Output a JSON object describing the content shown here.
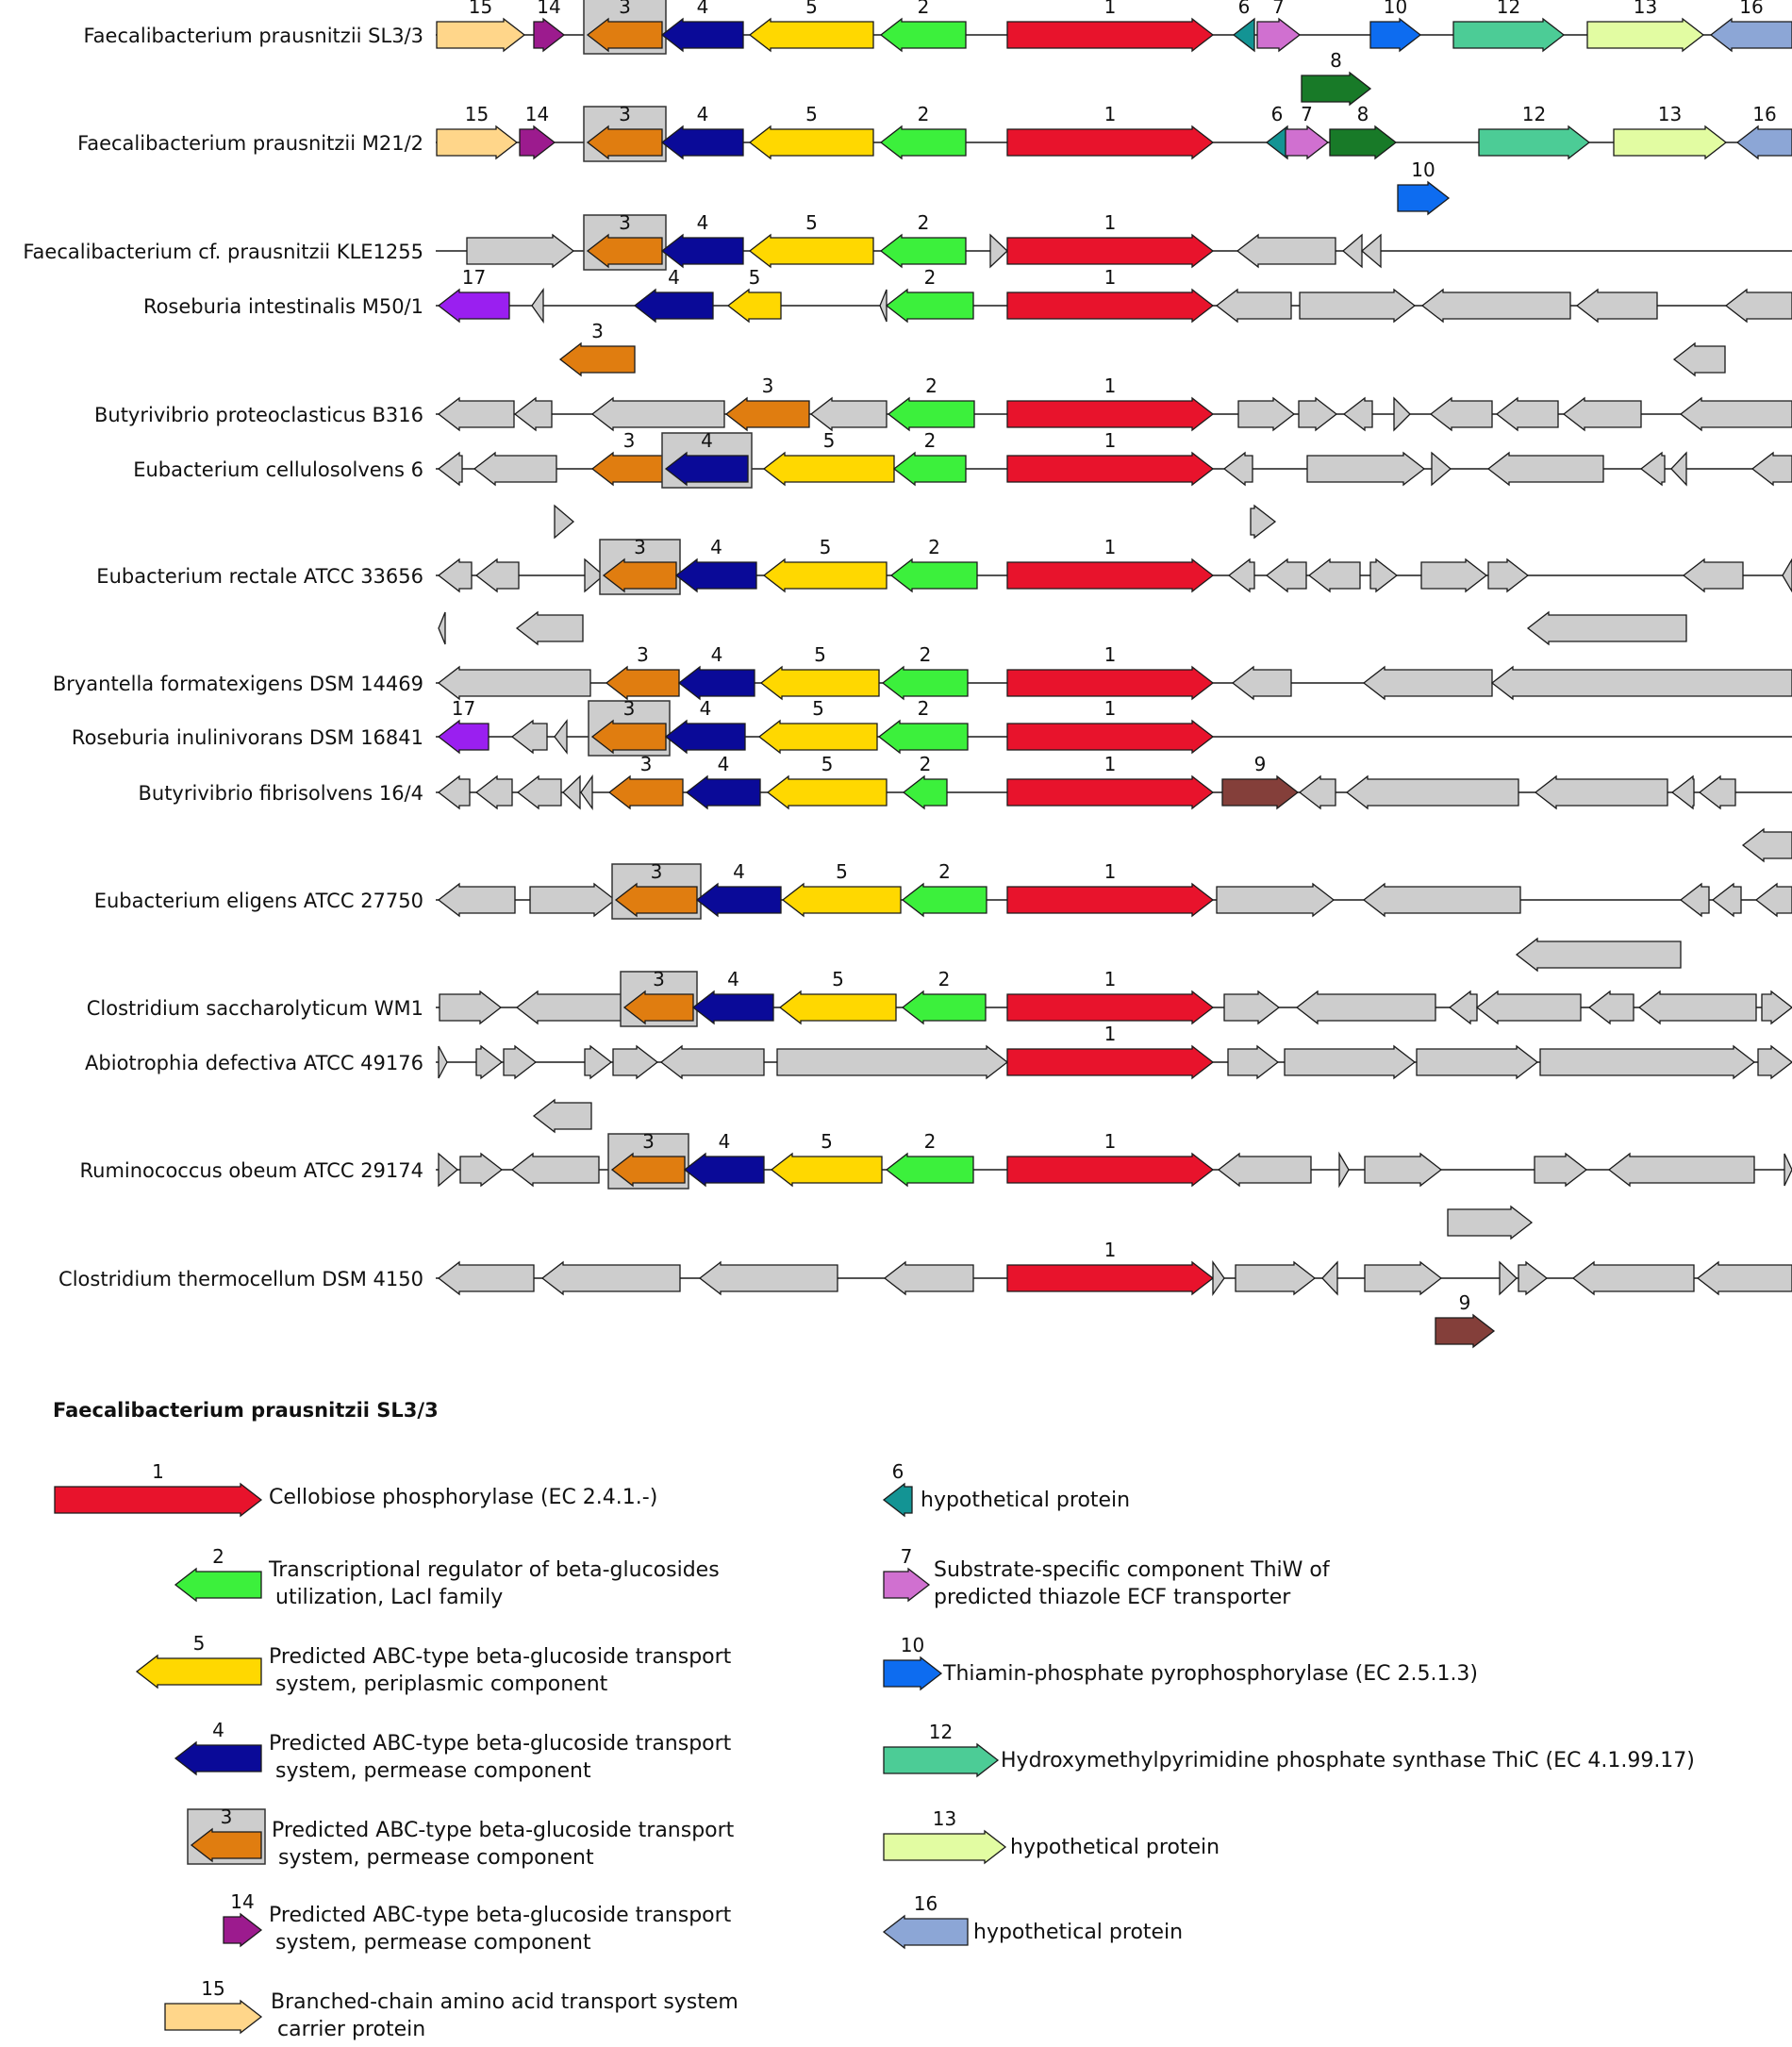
{
  "colors": {
    "1": "#e8132c",
    "2": "#3cf03c",
    "3": "#e07d10",
    "4": "#0a0a98",
    "5": "#ffd800",
    "6": "#139494",
    "7": "#d070d0",
    "8": "#187a28",
    "9": "#843f3a",
    "10": "#0d6cf0",
    "11": "#5c6562",
    "12": "#4ccc96",
    "13": "#e2fca2",
    "14": "#9c1b8e",
    "15": "#ffd68a",
    "16": "#8ca6d6",
    "17": "#9a1ff0",
    "grey": "#cdcdcd",
    "box": "#cdcdcd"
  },
  "organisms": [
    {
      "name": "Faecalibacterium prausnitzii SL3/3"
    },
    {
      "name": "Faecalibacterium prausnitzii M21/2"
    },
    {
      "name": "Faecalibacterium cf. prausnitzii KLE1255"
    },
    {
      "name": "Roseburia intestinalis M50/1"
    },
    {
      "name": "Butyrivibrio proteoclasticus B316"
    },
    {
      "name": "Eubacterium cellulosolvens 6"
    },
    {
      "name": "Eubacterium rectale ATCC 33656"
    },
    {
      "name": "Bryantella formatexigens DSM 14469"
    },
    {
      "name": "Roseburia inulinivorans DSM 16841"
    },
    {
      "name": "Butyrivibrio fibrisolvens 16/4"
    },
    {
      "name": "Eubacterium eligens ATCC 27750"
    },
    {
      "name": "Clostridium saccharolyticum WM1"
    },
    {
      "name": "Abiotrophia defectiva ATCC 49176"
    },
    {
      "name": "Ruminococcus obeum ATCC 29174"
    },
    {
      "name": "Clostridium thermocellum DSM 4150"
    }
  ],
  "legend": {
    "title": "Faecalibacterium prausnitzii SL3/3",
    "items": [
      {
        "num": "1",
        "color_key": "1",
        "dir": "right",
        "lines": [
          "Cellobiose phosphorylase (EC 2.4.1.-)"
        ]
      },
      {
        "num": "2",
        "color_key": "2",
        "dir": "left",
        "lines": [
          "Transcriptional regulator of beta-glucosides",
          "utilization, LacI family"
        ]
      },
      {
        "num": "5",
        "color_key": "5",
        "dir": "left",
        "lines": [
          "Predicted ABC-type beta-glucoside transport",
          "system, periplasmic component"
        ]
      },
      {
        "num": "4",
        "color_key": "4",
        "dir": "left",
        "lines": [
          "Predicted ABC-type beta-glucoside transport",
          "system, permease component"
        ]
      },
      {
        "num": "3",
        "color_key": "3",
        "dir": "left",
        "boxed": true,
        "lines": [
          "Predicted ABC-type beta-glucoside transport",
          "system, permease component"
        ]
      },
      {
        "num": "14",
        "color_key": "14",
        "dir": "right",
        "lines": [
          "Predicted ABC-type beta-glucoside transport",
          "system, permease component"
        ]
      },
      {
        "num": "15",
        "color_key": "15",
        "dir": "right",
        "lines": [
          "Branched-chain amino acid transport system",
          "carrier protein"
        ]
      },
      {
        "num": "6",
        "color_key": "6",
        "dir": "left",
        "lines": [
          "hypothetical protein"
        ]
      },
      {
        "num": "7",
        "color_key": "7",
        "dir": "right",
        "lines": [
          "Substrate-specific component ThiW of",
          "predicted thiazole ECF transporter"
        ]
      },
      {
        "num": "10",
        "color_key": "10",
        "dir": "right",
        "lines": [
          "Thiamin-phosphate pyrophosphorylase (EC 2.5.1.3)"
        ]
      },
      {
        "num": "12",
        "color_key": "12",
        "dir": "right",
        "lines": [
          "Hydroxymethylpyrimidine phosphate synthase ThiC (EC 4.1.99.17)"
        ]
      },
      {
        "num": "13",
        "color_key": "13",
        "dir": "right",
        "lines": [
          "hypothetical protein"
        ]
      },
      {
        "num": "16",
        "color_key": "16",
        "dir": "left",
        "lines": [
          "hypothetical protein"
        ]
      }
    ]
  }
}
